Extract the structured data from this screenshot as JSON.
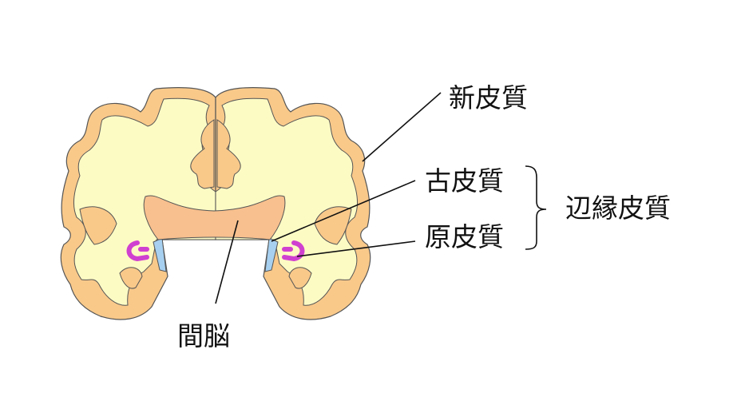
{
  "labels": {
    "neocortex": "新皮質",
    "paleocortex": "古皮質",
    "archicortex": "原皮質",
    "limbic_cortex": "辺縁皮質",
    "diencephalon": "間脳"
  },
  "colors": {
    "cortex": "#f9c98a",
    "white_matter": "#fdfbc4",
    "diencephalon": "#f8c08e",
    "paleocortex": "#a7d0f0",
    "hippocampus": "#d040d0",
    "outline": "#555555"
  }
}
